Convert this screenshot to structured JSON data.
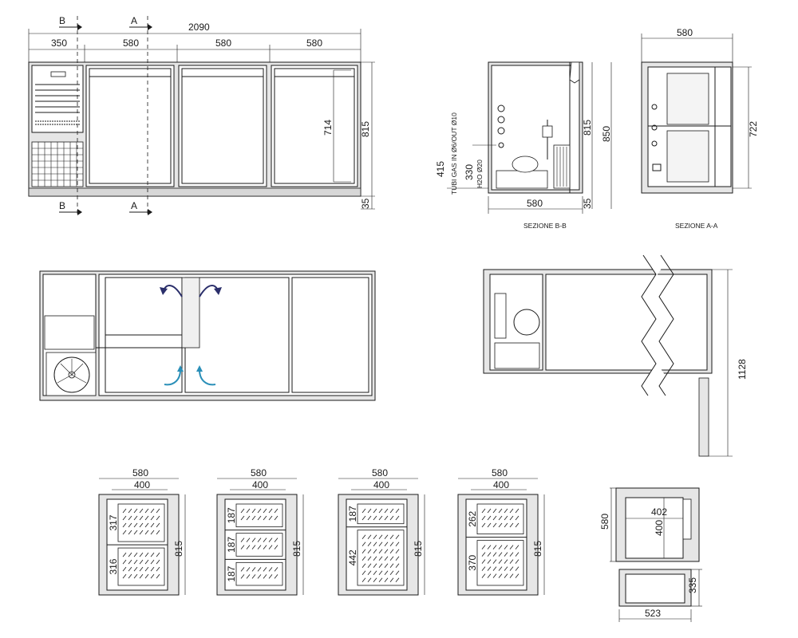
{
  "front": {
    "overall_width": "2090",
    "module_widths": [
      "350",
      "580",
      "580",
      "580"
    ],
    "height": "815",
    "door_height": "714",
    "plinth": "35",
    "section_a": "A",
    "section_b": "B"
  },
  "section_bb": {
    "caption": "SEZIONE B-B",
    "width": "580",
    "height_body": "815",
    "height_total": "850",
    "plinth": "35",
    "pipe_label_gas": "TUBI GAS IN Ø6/OUT Ø10",
    "pipe_label_h2o": "H2O Ø20",
    "dim_415": "415",
    "dim_330": "330"
  },
  "section_aa": {
    "caption": "SEZIONE A-A",
    "width": "580",
    "height": "722"
  },
  "side_view": {
    "depth": "1128"
  },
  "compartments": [
    {
      "width": "580",
      "inner": "400",
      "height": "815",
      "drawers": [
        "317",
        "316"
      ]
    },
    {
      "width": "580",
      "inner": "400",
      "height": "815",
      "drawers": [
        "187",
        "187",
        "187"
      ]
    },
    {
      "width": "580",
      "inner": "400",
      "height": "815",
      "drawers": [
        "187",
        "442"
      ]
    },
    {
      "width": "580",
      "inner": "400",
      "height": "815",
      "drawers": [
        "262",
        "370"
      ]
    }
  ],
  "drawer_detail": {
    "depth": "580",
    "inner_w": "402",
    "inner_h": "400",
    "height": "335",
    "width": "523"
  },
  "colors": {
    "line": "#1a1a1a",
    "body_fill": "#e6e6e6",
    "airflow_out": "#2b2f6b",
    "airflow_in": "#2a8fb8"
  }
}
